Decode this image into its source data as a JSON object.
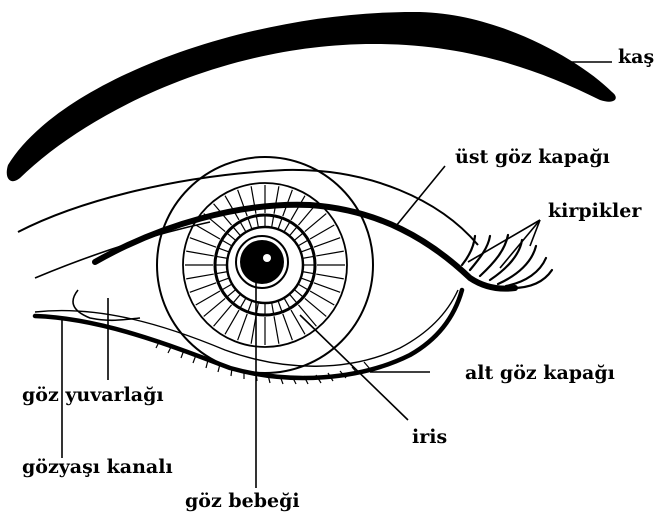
{
  "diagram": {
    "stroke_color": "#000000",
    "background": "#ffffff",
    "labels": {
      "kas": "kaş",
      "ust_goz_kapagi": "üst göz kapağı",
      "kirpikler": "kirpikler",
      "alt_goz_kapagi": "alt göz kapağı",
      "iris": "iris",
      "goz_yuvarlagi": "göz yuvarlağı",
      "gozyasi_kanali": "gözyaşı kanalı",
      "goz_bebegi": "göz bebeği"
    }
  }
}
